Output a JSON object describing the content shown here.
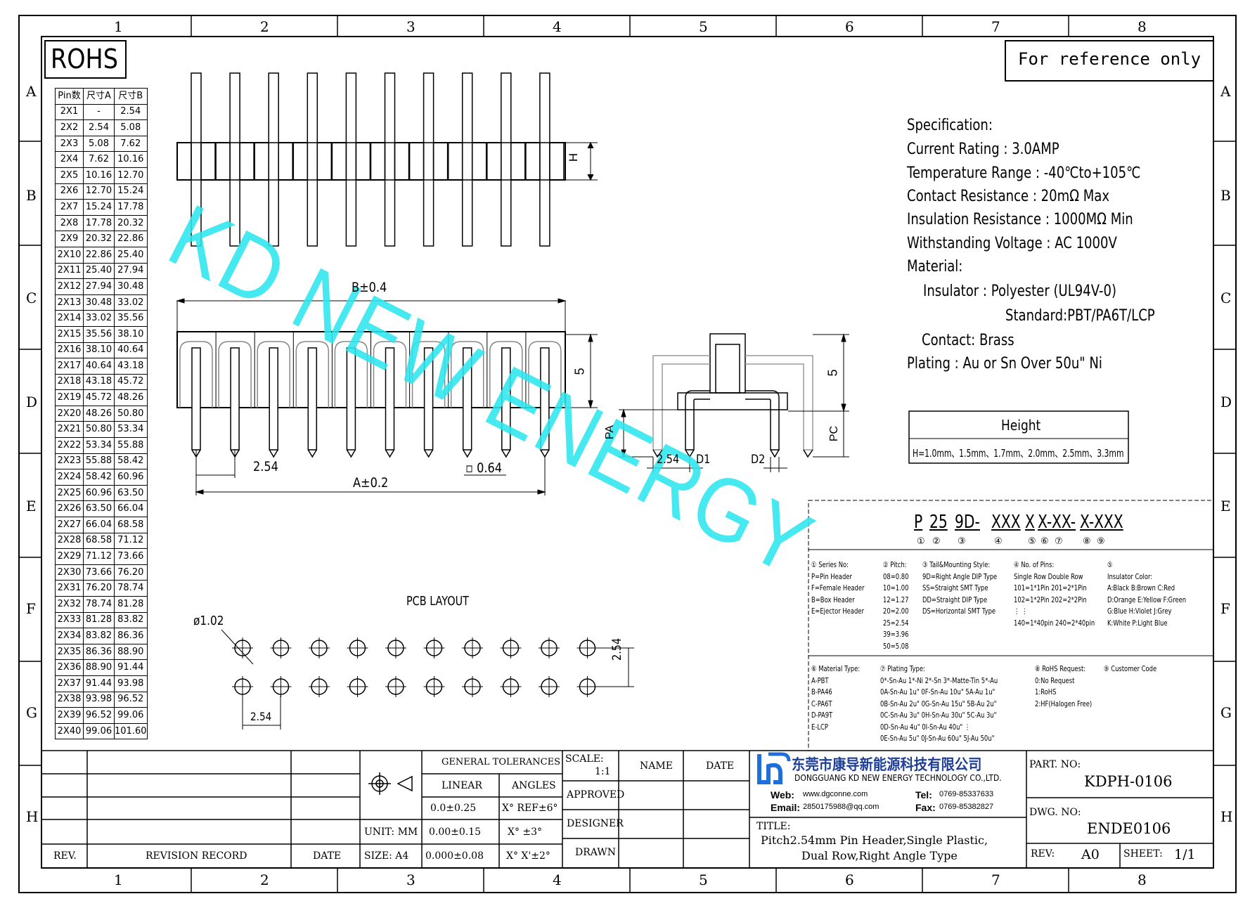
{
  "frame": {
    "columns": [
      "1",
      "2",
      "3",
      "4",
      "5",
      "6",
      "7",
      "8"
    ],
    "rows": [
      "A",
      "B",
      "C",
      "D",
      "E",
      "F",
      "G",
      "H"
    ]
  },
  "rohs": "ROHS",
  "reference_note": "For reference only",
  "watermark": "KD NEW ENERGY",
  "pin_table": {
    "headers": [
      "Pin数",
      "尺寸A",
      "尺寸B"
    ],
    "rows": [
      [
        "2X1",
        "-",
        "2.54"
      ],
      [
        "2X2",
        "2.54",
        "5.08"
      ],
      [
        "2X3",
        "5.08",
        "7.62"
      ],
      [
        "2X4",
        "7.62",
        "10.16"
      ],
      [
        "2X5",
        "10.16",
        "12.70"
      ],
      [
        "2X6",
        "12.70",
        "15.24"
      ],
      [
        "2X7",
        "15.24",
        "17.78"
      ],
      [
        "2X8",
        "17.78",
        "20.32"
      ],
      [
        "2X9",
        "20.32",
        "22.86"
      ],
      [
        "2X10",
        "22.86",
        "25.40"
      ],
      [
        "2X11",
        "25.40",
        "27.94"
      ],
      [
        "2X12",
        "27.94",
        "30.48"
      ],
      [
        "2X13",
        "30.48",
        "33.02"
      ],
      [
        "2X14",
        "33.02",
        "35.56"
      ],
      [
        "2X15",
        "35.56",
        "38.10"
      ],
      [
        "2X16",
        "38.10",
        "40.64"
      ],
      [
        "2X17",
        "40.64",
        "43.18"
      ],
      [
        "2X18",
        "43.18",
        "45.72"
      ],
      [
        "2X19",
        "45.72",
        "48.26"
      ],
      [
        "2X20",
        "48.26",
        "50.80"
      ],
      [
        "2X21",
        "50.80",
        "53.34"
      ],
      [
        "2X22",
        "53.34",
        "55.88"
      ],
      [
        "2X23",
        "55.88",
        "58.42"
      ],
      [
        "2X24",
        "58.42",
        "60.96"
      ],
      [
        "2X25",
        "60.96",
        "63.50"
      ],
      [
        "2X26",
        "63.50",
        "66.04"
      ],
      [
        "2X27",
        "66.04",
        "68.58"
      ],
      [
        "2X28",
        "68.58",
        "71.12"
      ],
      [
        "2X29",
        "71.12",
        "73.66"
      ],
      [
        "2X30",
        "73.66",
        "76.20"
      ],
      [
        "2X31",
        "76.20",
        "78.74"
      ],
      [
        "2X32",
        "78.74",
        "81.28"
      ],
      [
        "2X33",
        "81.28",
        "83.82"
      ],
      [
        "2X34",
        "83.82",
        "86.36"
      ],
      [
        "2X35",
        "86.36",
        "88.90"
      ],
      [
        "2X36",
        "88.90",
        "91.44"
      ],
      [
        "2X37",
        "91.44",
        "93.98"
      ],
      [
        "2X38",
        "93.98",
        "96.52"
      ],
      [
        "2X39",
        "96.52",
        "99.06"
      ],
      [
        "2X40",
        "99.06",
        "101.60"
      ]
    ]
  },
  "dims": {
    "h": "H",
    "b": "B±0.4",
    "five": "5",
    "pitch": "2.54",
    "a": "A±0.2",
    "sq": "▫ 0.64",
    "pa": "PA",
    "pc": "PC",
    "d1": "D1",
    "d2": "D2",
    "five_side": "5",
    "pcb_title": "PCB LAYOUT",
    "hole": "ø1.02",
    "pcb_pitch_v": "2.54",
    "pcb_pitch_h": "2.54"
  },
  "spec": {
    "lines": [
      "Specification:",
      "Current Rating : 3.0AMP",
      "Temperature Range : -40℃to+105℃",
      "Contact Resistance : 20mΩ Max",
      "Insulation Resistance : 1000MΩ Min",
      "Withstanding Voltage : AC 1000V",
      "Material:",
      "Insulator : Polyester (UL94V-0)",
      "Standard:PBT/PA6T/LCP",
      "Contact: Brass",
      "Plating : Au or Sn Over 50u\" Ni"
    ],
    "height_title": "Height",
    "height_values": "H=1.0mm、1.5mm、1.7mm、2.0mm、2.5mm、3.3mm"
  },
  "part_code": {
    "segments": [
      "P",
      "25",
      "9D-",
      "XXX",
      "X",
      "X-",
      "XX-",
      "X-",
      "XXX"
    ],
    "markers": [
      "①",
      "②",
      "③",
      "④",
      "⑤",
      "⑥",
      "⑦",
      "⑧",
      "⑨"
    ]
  },
  "legend1": {
    "series": [
      "① Series No:",
      "P=Pin Header",
      "F=Female Header",
      "B=Box Header",
      "E=Ejector Header"
    ],
    "pitch": [
      "② Pitch:",
      "08=0.80",
      "10=1.00",
      "12=1.27",
      "20=2.00",
      "25=2.54",
      "39=3.96",
      "50=5.08"
    ],
    "tail": [
      "③ Tail&Mounting Style:",
      "9D=Right Angle DIP Type",
      "SS=Straight SMT Type",
      "DD=Straight DIP Type",
      "DS=Horizontal SMT Type"
    ],
    "pins": [
      "④ No. of Pins:",
      "Single Row   Double Row",
      "101=1*1Pin   201=2*1Pin",
      "102=1*2Pin   202=2*2Pin",
      "  ⋮           ⋮",
      "140=1*40pin  240=2*40pin"
    ],
    "color": [
      "⑤",
      "Insulator Color:",
      "A:Black  B:Brown  C:Red",
      "D:Orange E:Yellow F:Green",
      "G:Blue   H:Violet J:Grey",
      "K:White  P:Light Blue"
    ]
  },
  "legend2": {
    "material": [
      "⑥ Material Type:",
      "A-PBT",
      "B-PA46",
      "C-PA6T",
      "D-PA9T",
      "E-LCP"
    ],
    "plating": [
      "⑦ Plating Type:",
      "0*-Sn-Au  1*-Ni  2*-Sn  3*-Matte-Tin  5*-Au",
      "0A-Sn-Au 1u\"  0F-Sn-Au 10u\"  5A-Au 1u\"",
      "0B-Sn-Au 2u\"  0G-Sn-Au 15u\"  5B-Au 2u\"",
      "0C-Sn-Au 3u\"  0H-Sn-Au 30u\"  5C-Au 3u\"",
      "0D-Sn-Au 4u\"  0I-Sn-Au 40u\"      ⋮",
      "0E-Sn-Au 5u\"  0J-Sn-Au 60u\"  5J-Au 50u\""
    ],
    "rohs": [
      "⑧ RoHS Request:",
      "0:No Request",
      "1:RoHS",
      "2:HF(Halogen Free)"
    ],
    "customer": [
      "⑨ Customer Code"
    ]
  },
  "title_block": {
    "rev": "REV.",
    "revision_record": "REVISION RECORD",
    "date": "DATE",
    "general_tolerances": "GENERAL TOLERANCES",
    "linear": "LINEAR",
    "angles": "ANGLES",
    "tol1": "0.0±0.25",
    "tol2": "0.00±0.15",
    "tol3": "0.000±0.08",
    "ang1": "X° REF±6°",
    "ang2": "X° ±3°",
    "ang3": "X° X'±2°",
    "unit": "UNIT: MM",
    "size": "SIZE: A4",
    "scale_label": "SCALE:",
    "scale": "1:1",
    "name": "NAME",
    "date2": "DATE",
    "approved": "APPROVED",
    "designer": "DESIGNER",
    "drawn": "DRAWN",
    "company_cn": "东莞市康导新能源科技有限公司",
    "company_en": "DONGGUANG KD NEW ENERGY TECHNOLOGY CO.,LTD.",
    "web_label": "Web:",
    "web": "www.dgconne.com",
    "tel_label": "Tel:",
    "tel": "0769-85337633",
    "email_label": "Email:",
    "email": "2850175988@qq.com",
    "fax_label": "Fax:",
    "fax": "0769-85382827",
    "title_label": "TITLE:",
    "title_line1": "Pitch2.54mm Pin Header,Single Plastic,",
    "title_line2": "Dual Row,Right Angle Type",
    "part_no_label": "PART. NO:",
    "part_no": "KDPH-0106",
    "dwg_no_label": "DWG. NO:",
    "dwg_no": "ENDE0106",
    "rev_label": "REV:",
    "rev_val": "A0",
    "sheet_label": "SHEET:",
    "sheet_val": "1/1"
  },
  "colors": {
    "watermark": "#2ee6ee",
    "logo": "#1e6fd9"
  }
}
